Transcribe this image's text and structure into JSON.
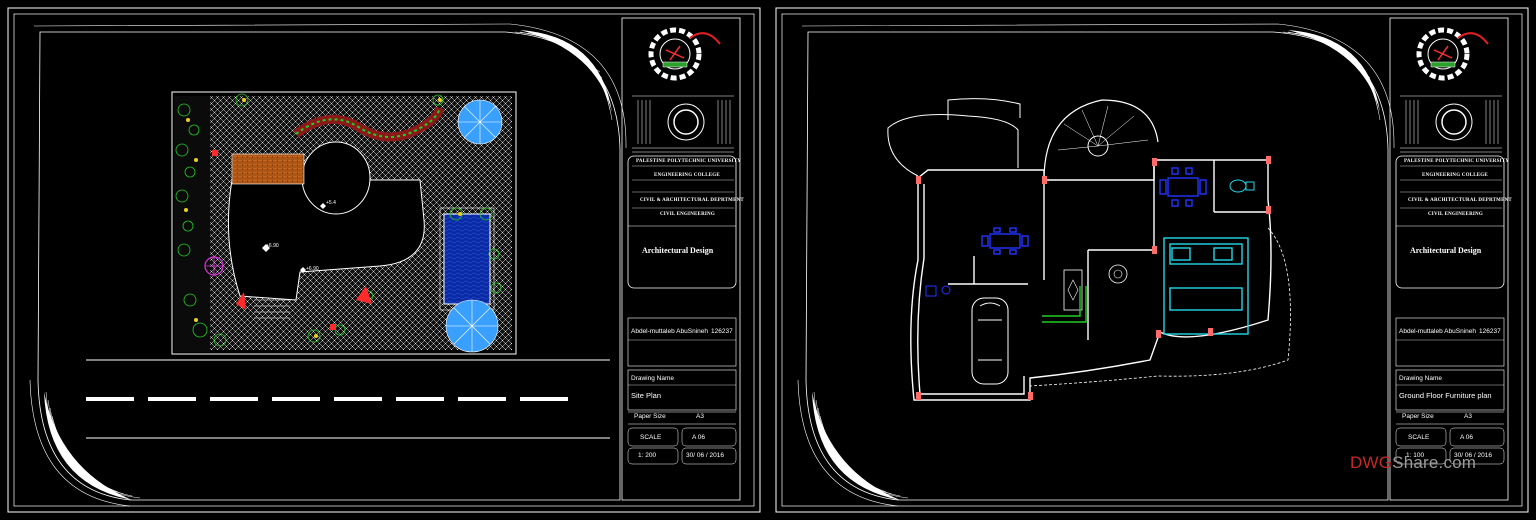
{
  "sheets": [
    {
      "title_block": {
        "university": "PALESTINE POLYTECHNIC UNIVERSITY",
        "college": "ENGINEERING COLLEGE",
        "department": "CIVIL & ARCHITECTURAL DEPRTMENT",
        "specialty": "CIVIL ENGINEERING",
        "course": "Architectural Design",
        "student_name": "Abdel-muttaleb AbuSnineh",
        "student_id": "126237",
        "drawing_name_label": "Drawing Name",
        "drawing_name": "Site Plan",
        "paper_size_label": "Paper Size",
        "paper_size": "A3",
        "scale_label": "SCALE",
        "sheet_no": "A 06",
        "scale": "1: 200",
        "date": "30/ 06 / 2016"
      },
      "annotations": {
        "level_1": "+6.90",
        "level_2": "+6.90",
        "level_3": "+5.4"
      }
    },
    {
      "title_block": {
        "university": "PALESTINE POLYTECHNIC UNIVERSITY",
        "college": "ENGINEERING COLLEGE",
        "department": "CIVIL & ARCHITECTURAL DEPRTMENT",
        "specialty": "CIVIL ENGINEERING",
        "course": "Architectural Design",
        "student_name": "Abdel-muttaleb AbuSnineh",
        "student_id": "126237",
        "drawing_name_label": "Drawing Name",
        "drawing_name": "Ground Floor Furniture plan",
        "paper_size_label": "Paper Size",
        "paper_size": "A3",
        "scale_label": "SCALE",
        "sheet_no": "A 06",
        "scale": "1: 100",
        "date": "30/ 06 / 2016"
      }
    }
  ],
  "watermark": {
    "part1": "DWG",
    "part2": "Share",
    "part3": ".com"
  },
  "colors": {
    "background": "#000000",
    "linework": "#ffffff",
    "pool": "#1a3cff",
    "umbrella": "#3aa0ff",
    "furniture": "#2233ff",
    "bed": "#22d8e8",
    "grass": "#22cc22",
    "columns": "#ff6a6a",
    "brick": "#c8641e"
  }
}
